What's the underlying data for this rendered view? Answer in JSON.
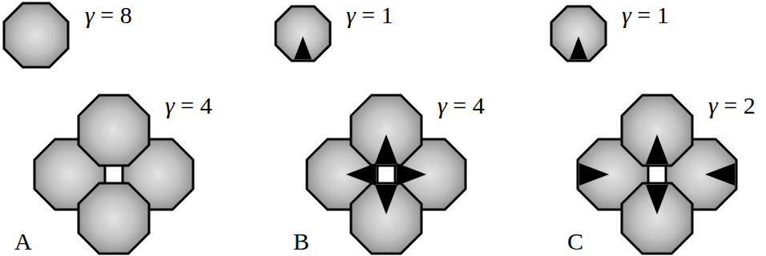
{
  "diagram": {
    "labels": [
      "γ = 8",
      "γ = 1",
      "γ = 1",
      "γ = 4",
      "γ = 4",
      "γ = 2",
      "A",
      "B",
      "C"
    ]
  }
}
